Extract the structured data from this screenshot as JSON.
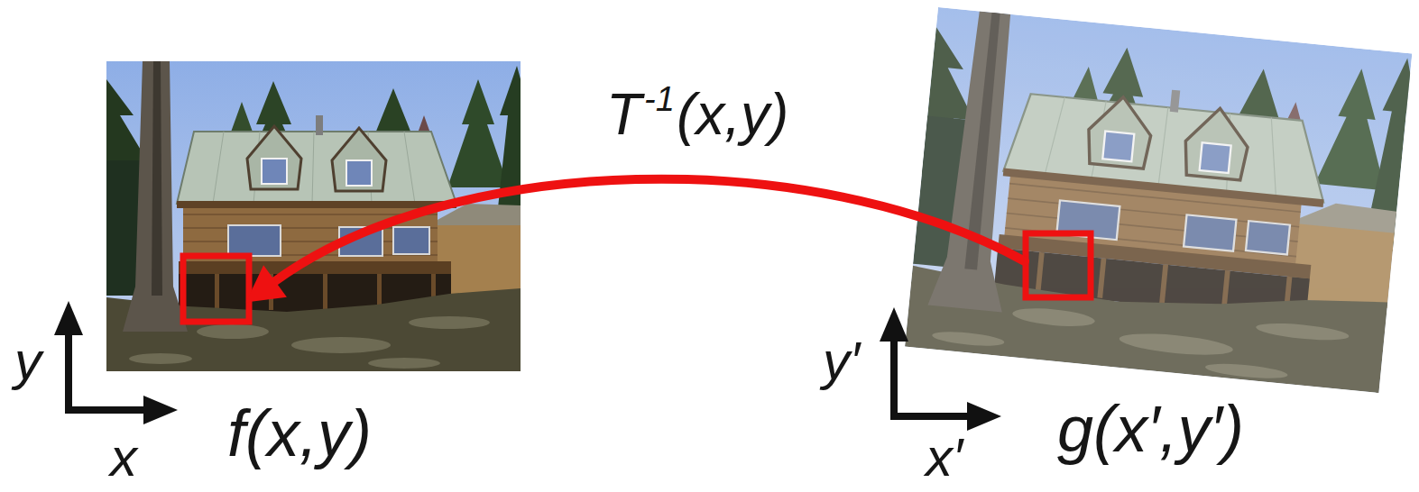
{
  "diagram": {
    "labels": [
      "T",
      "-1",
      "(x,y)",
      "y",
      "x",
      "f(x,y)",
      "y′",
      "x′",
      "g(x′,y′)"
    ]
  }
}
